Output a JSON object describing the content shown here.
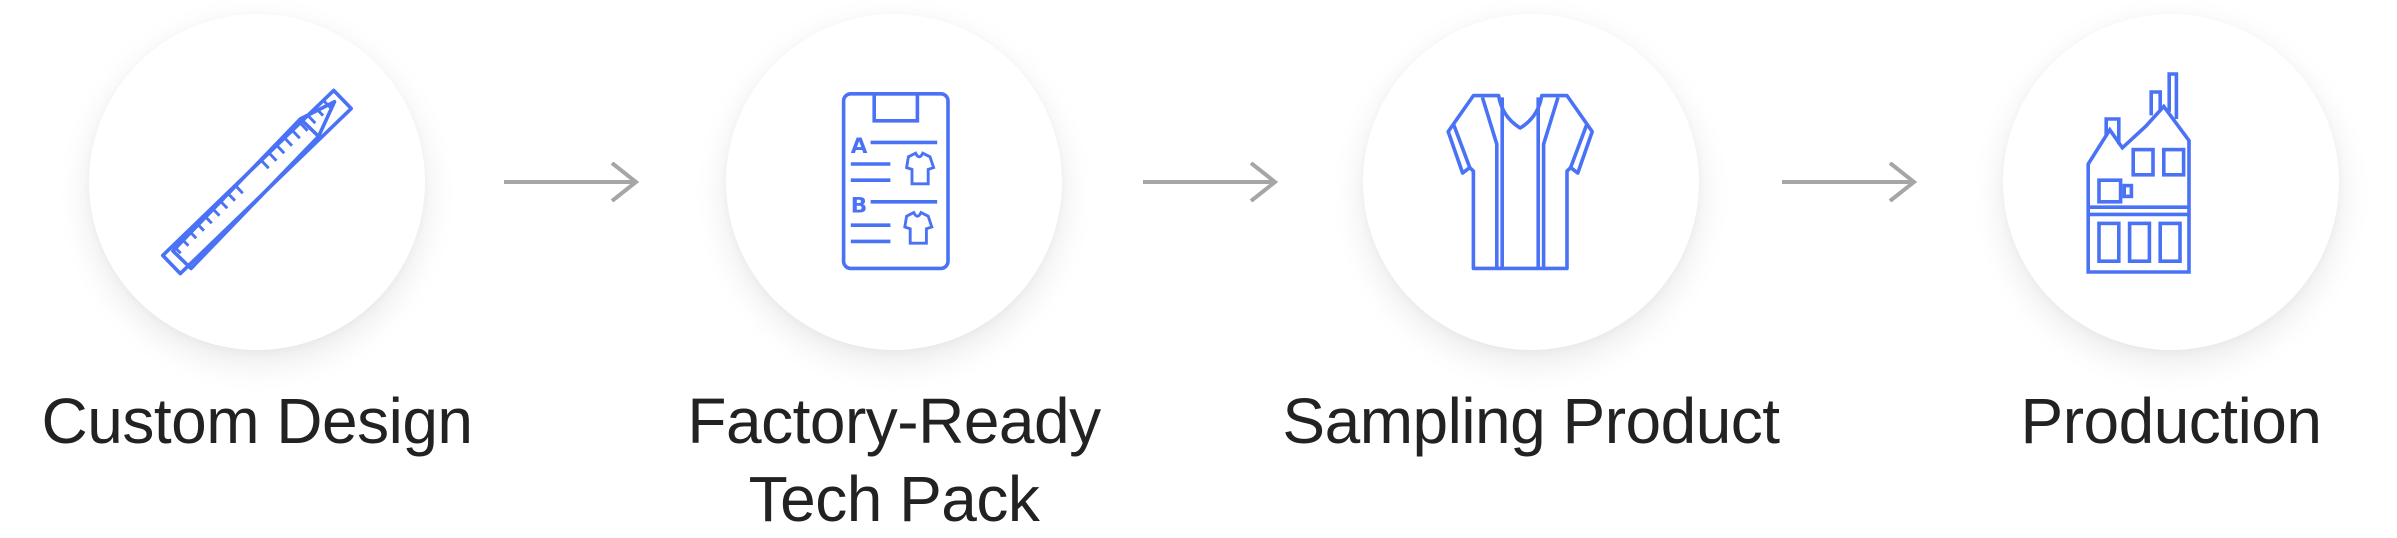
{
  "accent_color": "#4a72f5",
  "arrow_color": "#a6a6a6",
  "steps": [
    {
      "icon": "ruler-pencil-icon",
      "label_lines": [
        "Custom Design"
      ]
    },
    {
      "icon": "tech-pack-clipboard-icon",
      "label_lines": [
        "Factory-Ready",
        "Tech Pack"
      ],
      "letters": [
        "A",
        "B"
      ]
    },
    {
      "icon": "shirt-icon",
      "label_lines": [
        "Sampling Product"
      ]
    },
    {
      "icon": "factory-icon",
      "label_lines": [
        "Production"
      ]
    }
  ]
}
